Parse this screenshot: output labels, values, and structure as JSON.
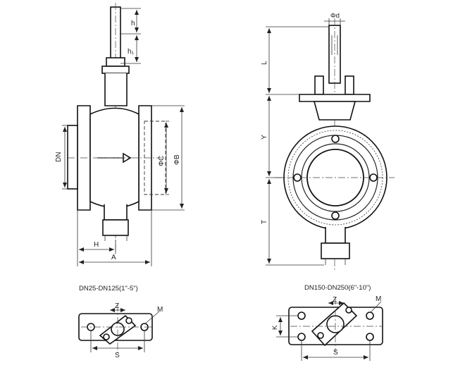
{
  "dimensions": {
    "h": "h",
    "h1": "h₁",
    "dn": "DN",
    "phi_c": "ΦC",
    "phi_b": "ΦB",
    "H": "H",
    "A": "A",
    "phi_d": "Φd",
    "L": "L",
    "Y": "Y",
    "T": "T"
  },
  "captions": {
    "small_range": "DN25-DN125(1\"-5\")",
    "large_range": "DN150-DN250(6\"-10\")"
  },
  "flange_small": {
    "z": "Z",
    "m": "M",
    "s": "S"
  },
  "flange_large": {
    "z": "Z",
    "m": "M",
    "s": "S",
    "k": "K"
  }
}
